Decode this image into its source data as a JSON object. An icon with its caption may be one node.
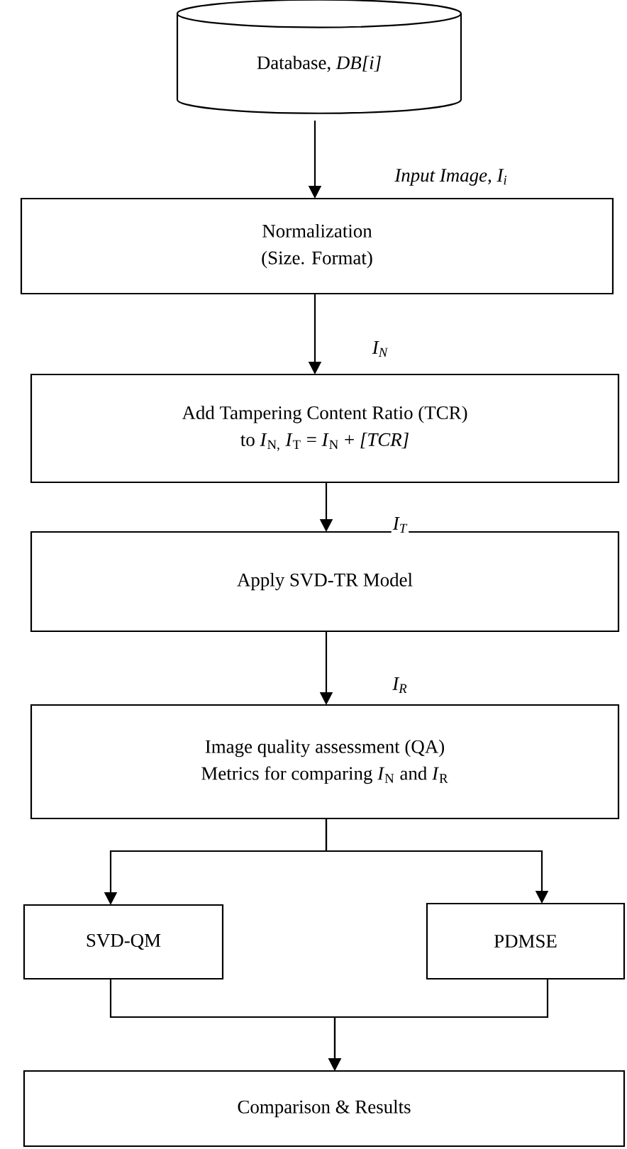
{
  "diagram": {
    "nodes": [
      {
        "text": [
          "Database, *DB[i]*"
        ]
      },
      {
        "text": [
          "Normalization",
          "(Size. Format)"
        ]
      },
      {
        "text": [
          "Add Tampering Content Ratio (TCR)",
          "to *I*$_{N,}$ *I*$_{T}$ = *I*$_{N}$ + *[TCR]*"
        ]
      },
      {
        "text": [
          "Apply SVD-TR Model"
        ]
      },
      {
        "text": [
          "Image quality assessment (QA)",
          "Metrics for comparing *I*$_{N}$ and *I*$_{R}$"
        ]
      },
      {
        "text": [
          "SVD-QM"
        ]
      },
      {
        "text": [
          "PDMSE"
        ]
      },
      {
        "text": [
          "Comparison & Results"
        ]
      }
    ],
    "edges": [
      {
        "from": 0,
        "to": 1,
        "arrow": "to",
        "label": "Input Image, I$_{i}$"
      },
      {
        "from": 1,
        "to": 2,
        "arrow": "to",
        "label": "I$_{N}$"
      },
      {
        "from": 2,
        "to": 3,
        "arrow": "to",
        "label": "I$_{T}$"
      },
      {
        "from": 3,
        "to": 4,
        "arrow": "to",
        "label": "I$_{R}$"
      },
      {
        "from": 4,
        "to": 5,
        "arrow": "to"
      },
      {
        "from": 4,
        "to": 6,
        "arrow": "to"
      },
      {
        "from": 5,
        "to": 7,
        "arrow": "to"
      },
      {
        "from": 6,
        "to": 7,
        "arrow": "to"
      }
    ]
  }
}
